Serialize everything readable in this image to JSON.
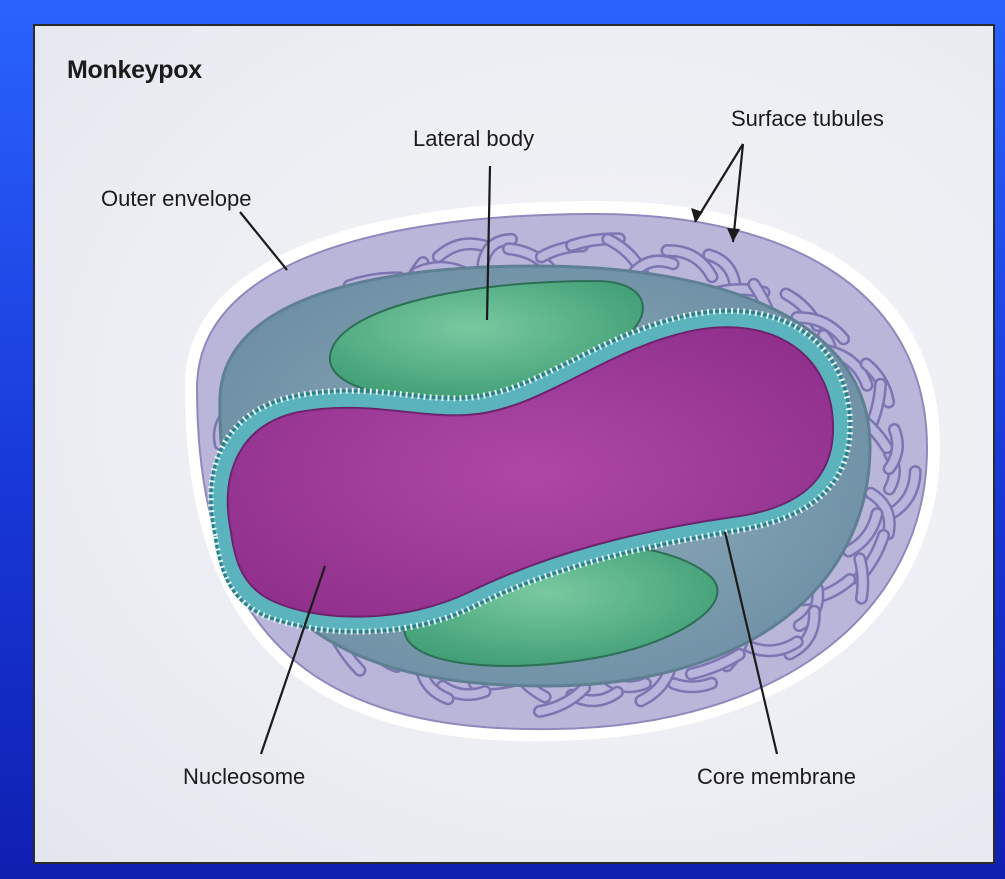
{
  "title": "Monkeypox",
  "labels": {
    "lateral_body": "Lateral body",
    "surface_tubules": "Surface tubules",
    "outer_envelope": "Outer envelope",
    "nucleosome": "Nucleosome",
    "core_membrane": "Core membrane"
  },
  "colors": {
    "background": "#1f4ae8",
    "panel": "#eef0f5",
    "envelope": "#b6b2d6",
    "tubules": "#a8a3cf",
    "matrix": "#7e9eb0",
    "lateral_body": "#5fb98e",
    "core_membrane": "#54aeb8",
    "nucleosome": "#a53d9e"
  }
}
